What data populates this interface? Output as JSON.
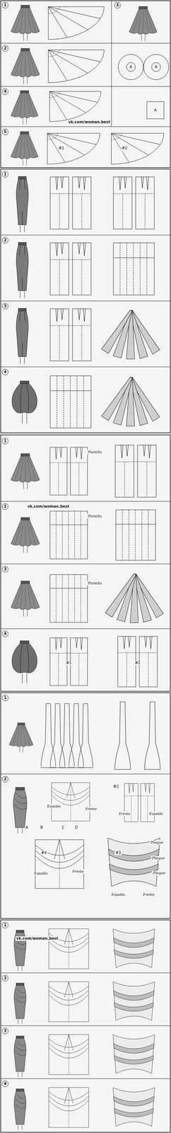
{
  "diagram": {
    "labels": [
      "1",
      "3",
      "2",
      "A",
      "A",
      "4",
      "A",
      "vk.com/woman.best",
      "5",
      "#1",
      "#2",
      "1",
      "2",
      "3",
      "4",
      "1",
      "Plantilla",
      "2",
      "vk.com/woman.best",
      "Plantilla",
      "3",
      "Plantilla",
      "4",
      "#1",
      "#2",
      "1",
      "2",
      "Espalda",
      "Frente",
      "#2",
      "Frente",
      "Espalda",
      "A",
      "B",
      "C",
      "D",
      "#4",
      "Espalda",
      "Frente",
      "#3",
      "Pliegue",
      "Pliegue",
      "Pliegue",
      "Espalda",
      "Frente",
      "1",
      "vk.com/woman.best",
      "2",
      "3",
      "4"
    ]
  }
}
